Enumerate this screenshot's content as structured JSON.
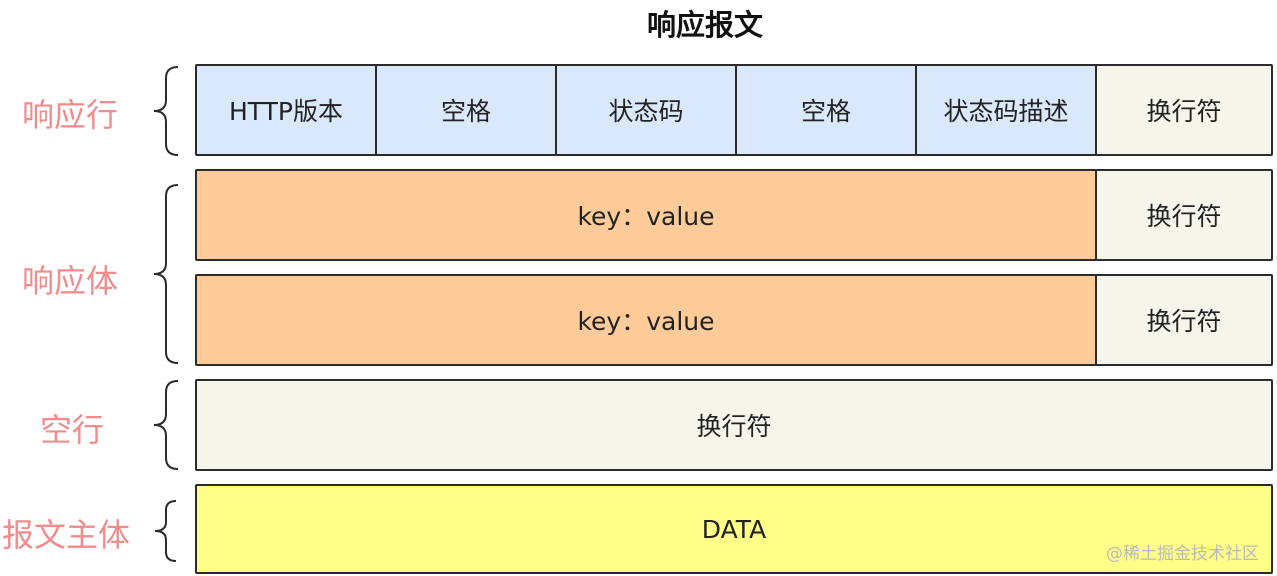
{
  "title": "响应报文",
  "sections": {
    "status_line": "响应行",
    "headers": "响应体",
    "blank_line": "空行",
    "body": "报文主体"
  },
  "status_line": {
    "cells": [
      "HTTP版本",
      "空格",
      "状态码",
      "空格",
      "状态码描述"
    ],
    "newline": "换行符"
  },
  "headers": {
    "rows": [
      {
        "field": "key：value",
        "newline": "换行符"
      },
      {
        "field": "key：value",
        "newline": "换行符"
      }
    ]
  },
  "blank_line": {
    "newline": "换行符"
  },
  "body": {
    "data": "DATA"
  },
  "watermark": "@稀土掘金技术社区",
  "colors": {
    "status_cells": "#dae8fc",
    "header_fields": "#ffcc99",
    "newline_cells": "#f6f5ec",
    "data_cell": "#ffff88",
    "section_labels": "#f08c8c"
  }
}
